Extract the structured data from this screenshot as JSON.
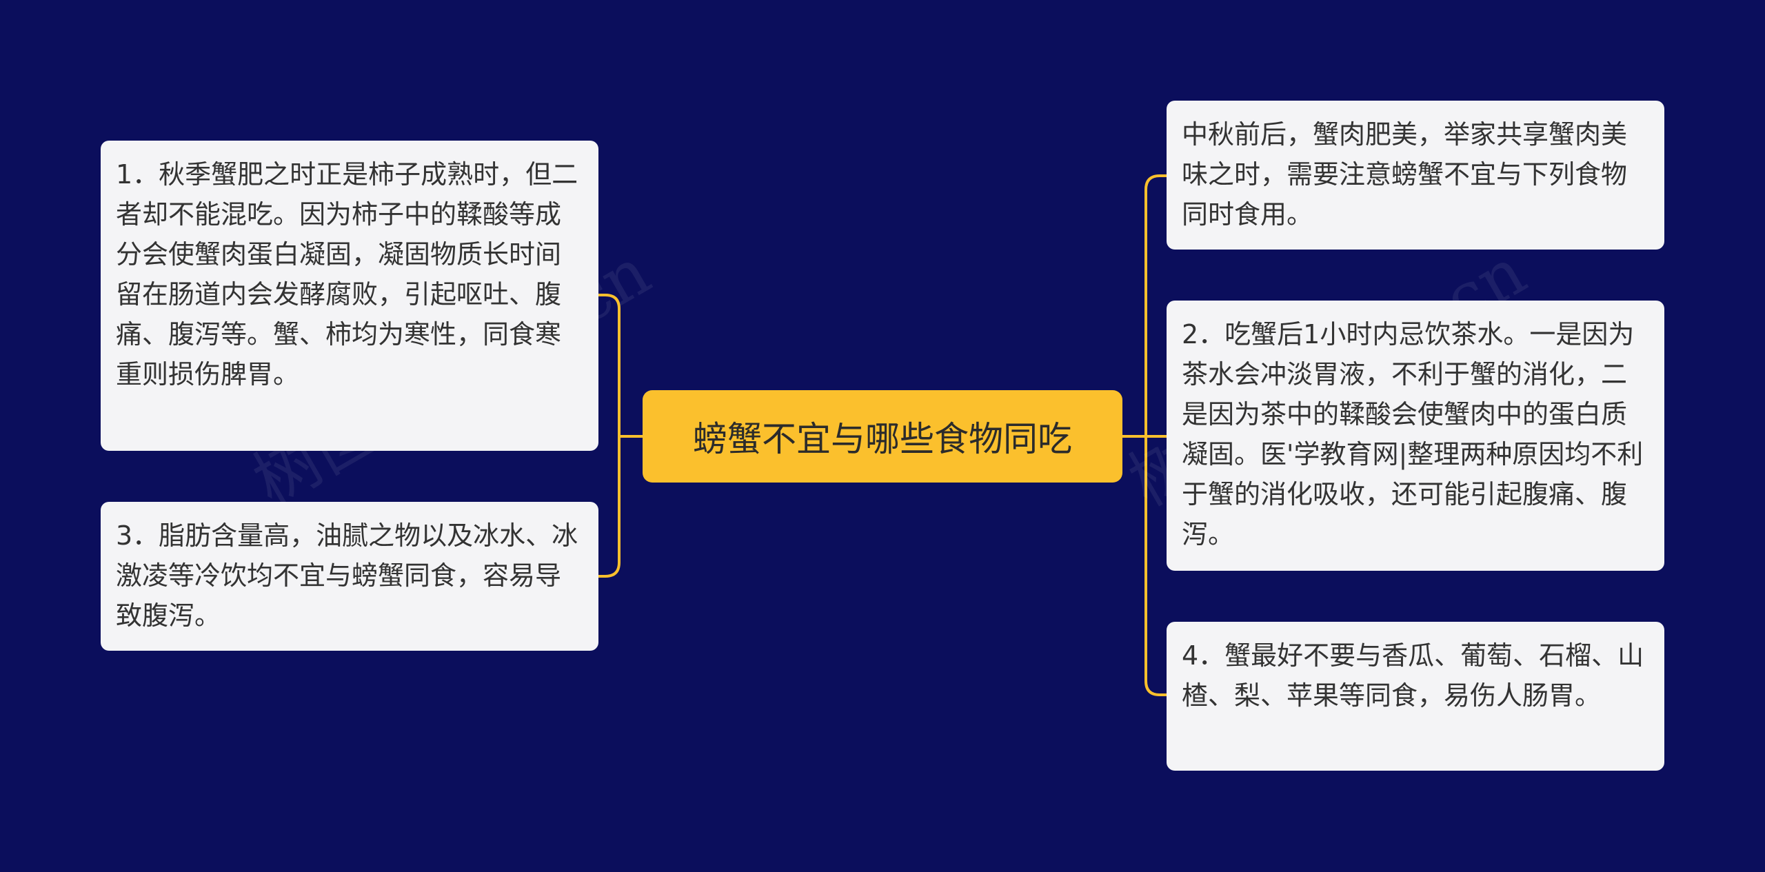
{
  "colors": {
    "background": "#0b0e5c",
    "root": "#fbc02d",
    "node": "#f4f4f6",
    "edge": "#fbc02d"
  },
  "root": {
    "label": "螃蟹不宜与哪些食物同吃"
  },
  "left_nodes": [
    {
      "text": "1．秋季蟹肥之时正是柿子成熟时，但二者却不能混吃。因为柿子中的鞣酸等成分会使蟹肉蛋白凝固，凝固物质长时间留在肠道内会发酵腐败，引起呕吐、腹痛、腹泻等。蟹、柿均为寒性，同食寒重则损伤脾胃。"
    },
    {
      "text": "3．脂肪含量高，油腻之物以及冰水、冰激凌等冷饮均不宜与螃蟹同食，容易导致腹泻。"
    }
  ],
  "right_nodes": [
    {
      "text": "中秋前后，蟹肉肥美，举家共享蟹肉美味之时，需要注意螃蟹不宜与下列食物同时食用。"
    },
    {
      "text": "2．吃蟹后1小时内忌饮茶水。一是因为茶水会冲淡胃液，不利于蟹的消化，二是因为茶中的鞣酸会使蟹肉中的蛋白质凝固。医'学教育网|整理两种原因均不利于蟹的消化吸收，还可能引起腹痛、腹泻。"
    },
    {
      "text": "4．蟹最好不要与香瓜、葡萄、石榴、山楂、梨、苹果等同食，易伤人肠胃。"
    }
  ],
  "watermarks": [
    "树图 shutu.cn",
    "树图 shutu.cn"
  ]
}
